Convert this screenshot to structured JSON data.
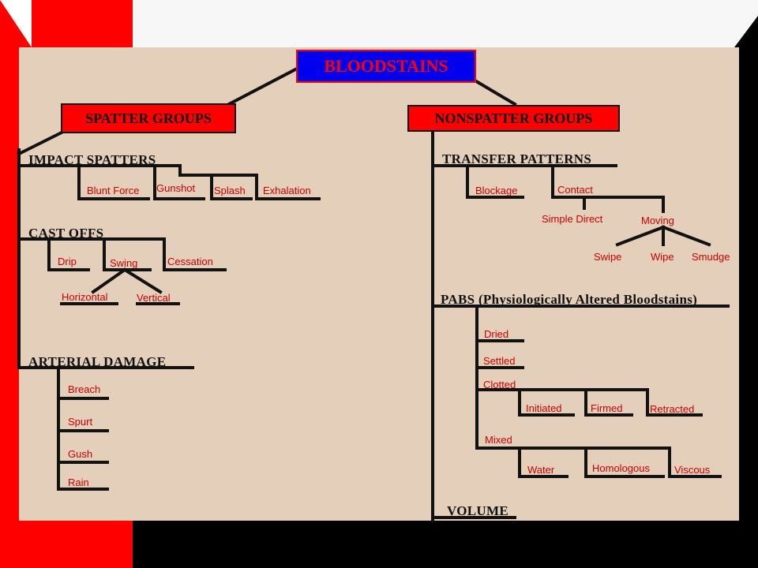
{
  "diagram": {
    "root": "BLOODSTAINS",
    "spatter": {
      "title": "SPATTER GROUPS",
      "impact": {
        "label": "IMPACT SPATTERS",
        "items": [
          "Blunt Force",
          "Gunshot",
          "Splash",
          "Exhalation"
        ]
      },
      "cast_offs": {
        "label": "CAST OFFS",
        "items": [
          "Drip",
          "Swing",
          "Cessation"
        ],
        "swing_children": [
          "Horizontal",
          "Vertical"
        ]
      },
      "arterial": {
        "label": "ARTERIAL DAMAGE",
        "items": [
          "Breach",
          "Spurt",
          "Gush",
          "Rain"
        ]
      }
    },
    "nonspatter": {
      "title": "NONSPATTER GROUPS",
      "transfer": {
        "label": "TRANSFER PATTERNS",
        "items": [
          "Blockage",
          "Contact"
        ],
        "contact_children": [
          "Simple Direct",
          "Moving"
        ],
        "moving_children": [
          "Swipe",
          "Wipe",
          "Smudge"
        ]
      },
      "pabs": {
        "label": "PABS (Physiologically Altered Bloodstains)",
        "items": [
          "Dried",
          "Settled",
          "Clotted",
          "Mixed"
        ],
        "clotted_children": [
          "Initiated",
          "Firmed",
          "Retracted"
        ],
        "mixed_children": [
          "Water",
          "Homologous",
          "Viscous"
        ]
      },
      "volume": "VOLUME"
    }
  },
  "colors": {
    "background": "#e4cfba",
    "accent_red": "#ff0000",
    "root_blue": "#0000ee",
    "label_red": "#cc0000",
    "line": "#111111"
  }
}
